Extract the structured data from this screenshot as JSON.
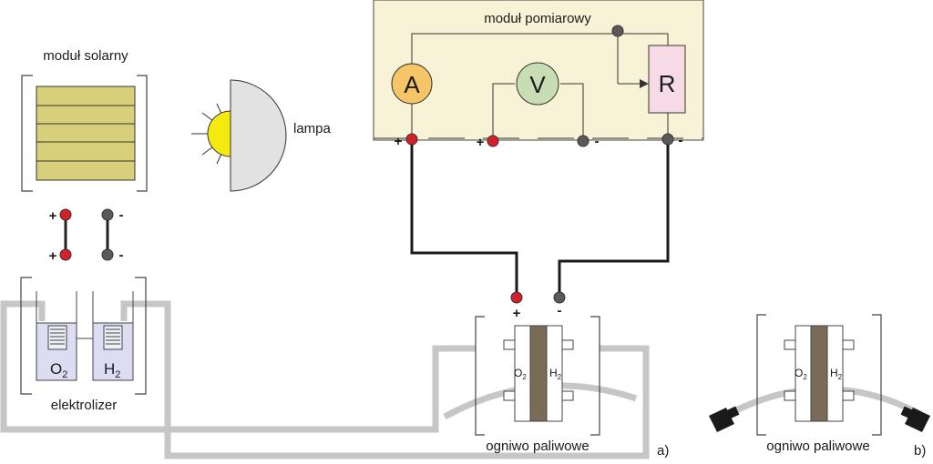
{
  "solar_module": {
    "label": "moduł solarny"
  },
  "lamp": {
    "label": "lampa"
  },
  "measurement_module": {
    "label": "moduł pomiarowy",
    "ammeter": "A",
    "voltmeter": "V",
    "resistor": "R"
  },
  "electrolyzer": {
    "label": "elektrolizer",
    "o2_main": "O",
    "o2_sub": "2",
    "h2_main": "H",
    "h2_sub": "2"
  },
  "fuel_cell_a": {
    "label": "ogniwo paliwowe",
    "o2_main": "O",
    "o2_sub": "2",
    "h2_main": "H",
    "h2_sub": "2",
    "panel": "a)"
  },
  "fuel_cell_b": {
    "label": "ogniwo paliwowe",
    "o2_main": "O",
    "o2_sub": "2",
    "h2_main": "H",
    "h2_sub": "2",
    "panel": "b)"
  },
  "terminals": {
    "plus": "+",
    "minus": "-"
  },
  "colors": {
    "measurement_bg": "#f8f3d6",
    "ammeter": "#f6c567",
    "voltmeter": "#c9ddb4",
    "resistor": "#f6dbe6",
    "solar_cell": "#d8cf7a",
    "lamp_bulb": "#f5ea10",
    "lamp_shade": "#e2e2e2",
    "positive_terminal": "#d4202a",
    "negative_terminal": "#5a5a5a",
    "gas_tube": "#c6c6c6",
    "electrolyte": "#dcdcf2",
    "membrane": "#7a6a58"
  }
}
